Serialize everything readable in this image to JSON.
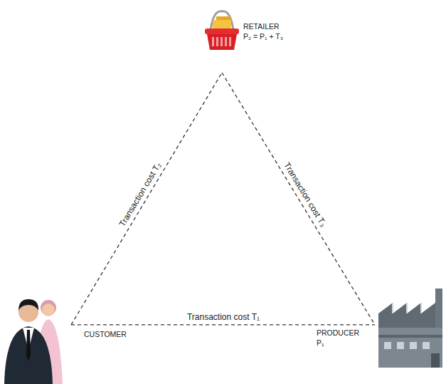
{
  "diagram": {
    "nodes": [
      {
        "text": [
          "RETAILER",
          "P₂ = P₁ + T₃"
        ]
      },
      {
        "text": [
          "CUSTOMER"
        ]
      },
      {
        "text": [
          "PRODUCER",
          "P₁"
        ]
      }
    ],
    "edges": [
      {
        "from": 1,
        "to": 0,
        "label": "Transaction cost T₂",
        "arrow": "none"
      },
      {
        "from": 0,
        "to": 2,
        "label": "Transaction cost T₃",
        "arrow": "none"
      },
      {
        "from": 1,
        "to": 2,
        "label": "Transaction cost T₁",
        "arrow": "none"
      }
    ]
  }
}
